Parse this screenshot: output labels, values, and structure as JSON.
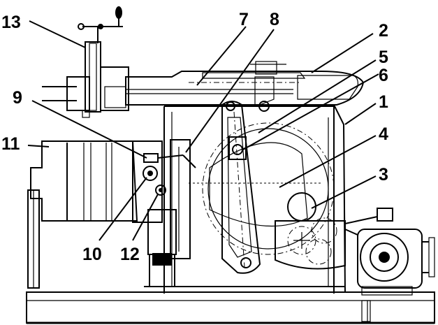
{
  "colors": {
    "ink": "#000000",
    "background": "#ffffff",
    "hatch": "#000000"
  },
  "callouts": [
    {
      "id": "13",
      "text": "13"
    },
    {
      "id": "7",
      "text": "7"
    },
    {
      "id": "8",
      "text": "8"
    },
    {
      "id": "2",
      "text": "2"
    },
    {
      "id": "5",
      "text": "5"
    },
    {
      "id": "6",
      "text": "6"
    },
    {
      "id": "9",
      "text": "9"
    },
    {
      "id": "1",
      "text": "1"
    },
    {
      "id": "11",
      "text": "11"
    },
    {
      "id": "4",
      "text": "4"
    },
    {
      "id": "3",
      "text": "3"
    },
    {
      "id": "10",
      "text": "10"
    },
    {
      "id": "12",
      "text": "12"
    }
  ]
}
